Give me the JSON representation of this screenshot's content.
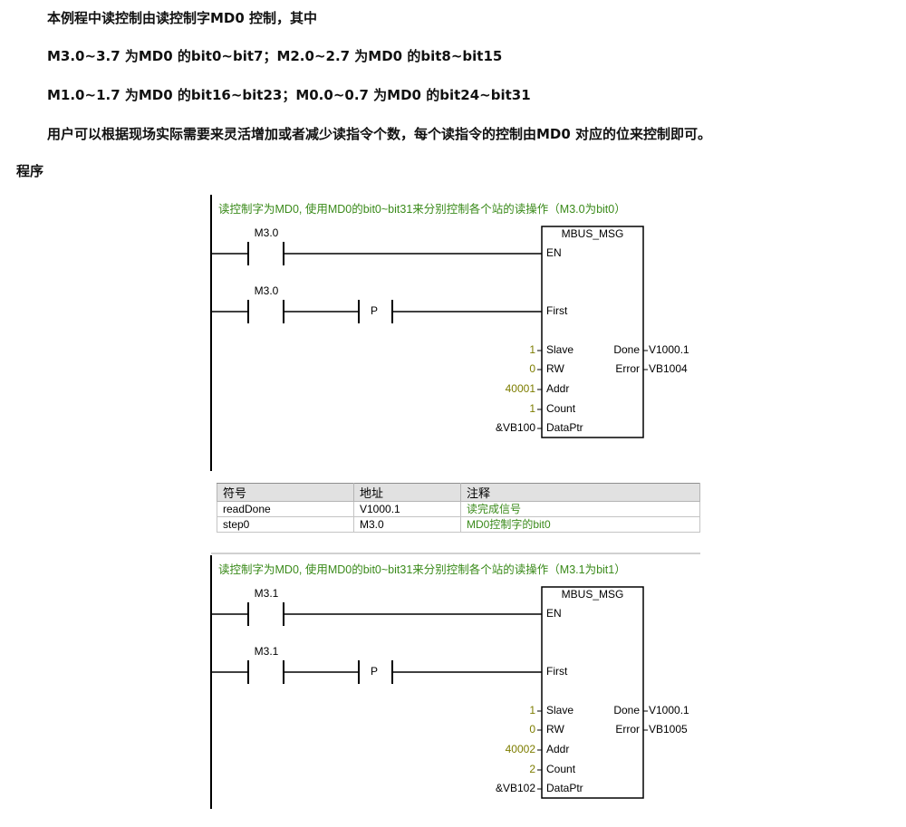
{
  "intro": {
    "line1": "本例程中读控制由读控制字MD0 控制，其中",
    "line2": "M3.0~3.7 为MD0 的bit0~bit7；M2.0~2.7 为MD0 的bit8~bit15",
    "line3": "M1.0~1.7 为MD0 的bit16~bit23；M0.0~0.7 为MD0 的bit24~bit31",
    "line4": "用户可以根据现场实际需要来灵活增加或者减少读指令个数，每个读指令的控制由MD0 对应的位来控制即可。"
  },
  "section_heading": "程序",
  "networks": [
    {
      "comment": "读控制字为MD0, 使用MD0的bit0~bit31来分别控制各个站的读操作（M3.0为bit0）",
      "contact1": "M3.0",
      "contact2": "M3.0",
      "p_label": "P",
      "block": {
        "title": "MBUS_MSG",
        "en": "EN",
        "first": "First",
        "slave_pin": "Slave",
        "slave_val": "1",
        "rw_pin": "RW",
        "rw_val": "0",
        "addr_pin": "Addr",
        "addr_val": "40001",
        "count_pin": "Count",
        "count_val": "1",
        "dataptr_pin": "DataPtr",
        "dataptr_val": "&VB100",
        "done_pin": "Done",
        "done_val": "V1000.1",
        "error_pin": "Error",
        "error_val": "VB1004"
      }
    },
    {
      "comment": "读控制字为MD0, 使用MD0的bit0~bit31来分别控制各个站的读操作（M3.1为bit1）",
      "contact1": "M3.1",
      "contact2": "M3.1",
      "p_label": "P",
      "block": {
        "title": "MBUS_MSG",
        "en": "EN",
        "first": "First",
        "slave_pin": "Slave",
        "slave_val": "1",
        "rw_pin": "RW",
        "rw_val": "0",
        "addr_pin": "Addr",
        "addr_val": "40002",
        "count_pin": "Count",
        "count_val": "2",
        "dataptr_pin": "DataPtr",
        "dataptr_val": "&VB102",
        "done_pin": "Done",
        "done_val": "V1000.1",
        "error_pin": "Error",
        "error_val": "VB1005"
      }
    }
  ],
  "symbol_table": {
    "headers": [
      "符号",
      "地址",
      "注释"
    ],
    "rows": [
      [
        "readDone",
        "V1000.1",
        "读完成信号"
      ],
      [
        "step0",
        "M3.0",
        "MD0控制字的bit0"
      ]
    ]
  },
  "colors": {
    "comment_green": "#3a8a1a",
    "constant_olive": "#7d7d00"
  }
}
